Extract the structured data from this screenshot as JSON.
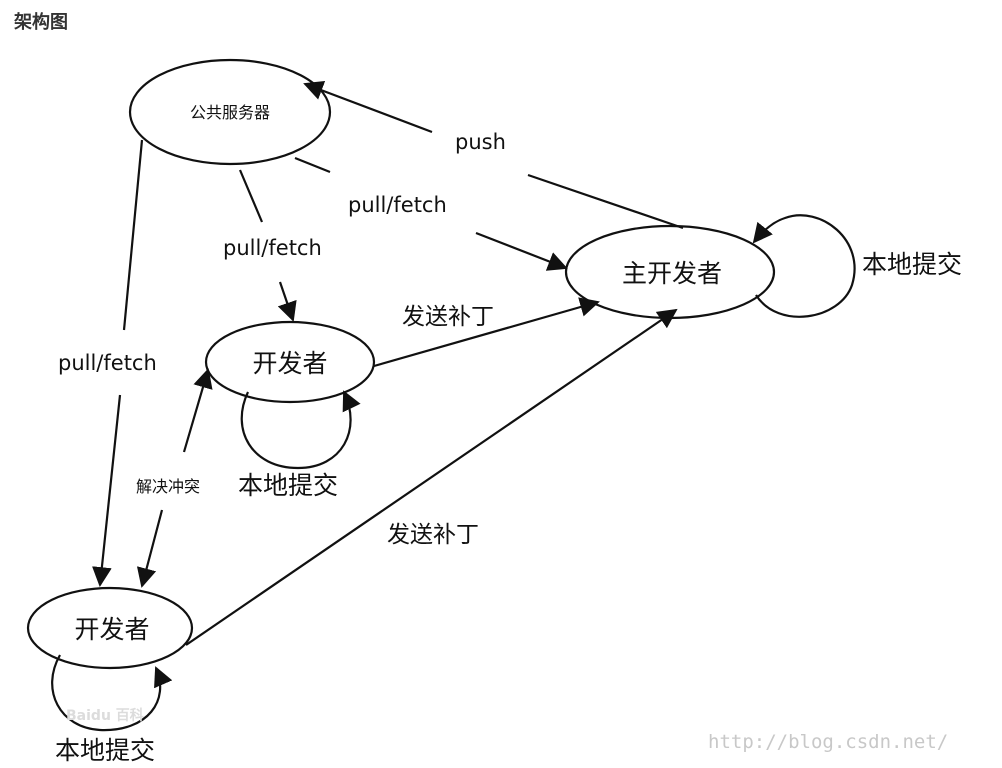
{
  "title": "架构图",
  "nodes": {
    "public_server": "公共服务器",
    "main_dev": "主开发者",
    "dev1": "开发者",
    "dev2": "开发者"
  },
  "edge_labels": {
    "push": "push",
    "pull_fetch_main": "pull/fetch",
    "pull_fetch_dev1": "pull/fetch",
    "pull_fetch_dev2": "pull/fetch",
    "send_patch_dev1": "发送补丁",
    "send_patch_dev2": "发送补丁",
    "resolve_conflict": "解决冲突",
    "local_commit_main": "本地提交",
    "local_commit_dev1": "本地提交",
    "local_commit_dev2": "本地提交"
  },
  "watermark": {
    "url": "http://blog.csdn.net/",
    "baidu": "Baidu 百科"
  }
}
